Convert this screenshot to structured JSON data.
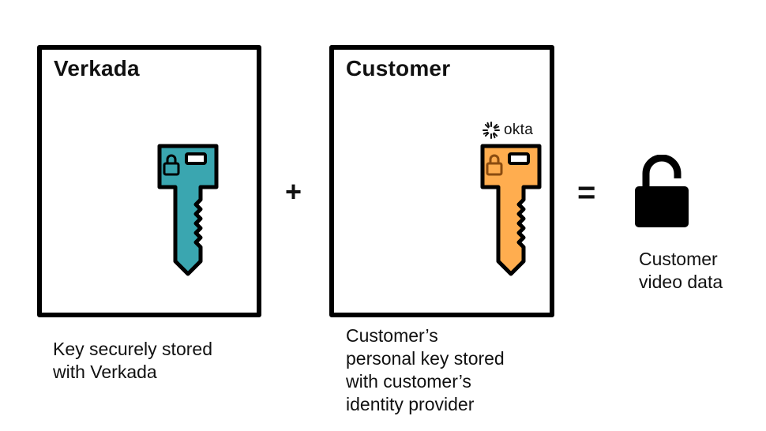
{
  "verkada_card": {
    "title": "Verkada",
    "key_color": "#3aa6b0",
    "key_icon": "key-icon"
  },
  "customer_card": {
    "title": "Customer",
    "key_color": "#ffad4f",
    "key_icon": "key-icon",
    "provider_logo": {
      "icon": "okta-icon",
      "text": "okta"
    }
  },
  "operators": {
    "plus": "+",
    "equals": "="
  },
  "result": {
    "icon": "unlocked-padlock-icon",
    "caption": "Customer\nvideo data"
  },
  "captions": {
    "verkada": "Key securely stored\nwith Verkada",
    "customer": "Customer’s\npersonal key stored\nwith customer’s\nidentity provider"
  }
}
